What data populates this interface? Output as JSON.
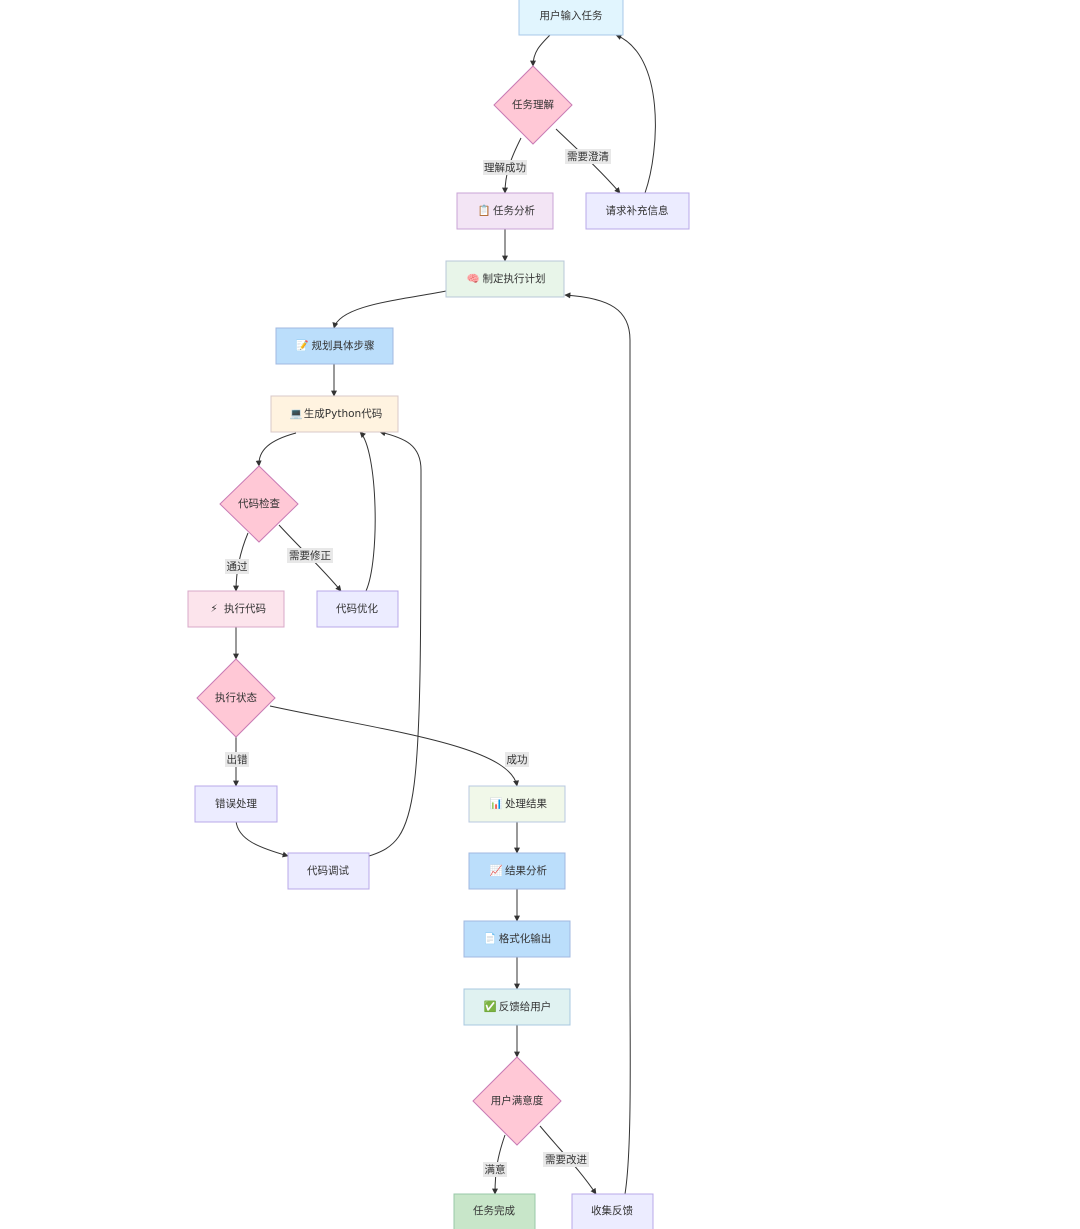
{
  "colors": {
    "default_fill": "#ececff",
    "default_stroke": "#9370db",
    "decision_fill": "#ffc8d6",
    "decision_stroke": "#c87ab4",
    "edge": "#333333",
    "edge_label_bg": "#e8e8e8",
    "text": "#333333"
  },
  "nodes": {
    "user_input": {
      "label": "用户输入任务",
      "icon": "",
      "fill": "#e1f5fe",
      "stroke": "#a8c8e8"
    },
    "task_understand": {
      "label": "任务理解",
      "shape": "decision"
    },
    "task_analysis": {
      "label": "任务分析",
      "icon": "📋",
      "icon_name": "clipboard-icon",
      "fill": "#f3e5f5",
      "stroke": "#c9a4d6"
    },
    "request_info": {
      "label": "请求补充信息"
    },
    "make_plan": {
      "label": "制定执行计划",
      "icon": "🧠",
      "icon_name": "brain-icon",
      "fill": "#e8f5e9",
      "stroke": "#b8c8d8"
    },
    "plan_steps": {
      "label": "规划具体步骤",
      "icon": "📝",
      "icon_name": "memo-icon",
      "fill": "#bbdefb",
      "stroke": "#a0b8e0"
    },
    "gen_code": {
      "label": "生成Python代码",
      "icon": "💻",
      "icon_name": "laptop-icon",
      "fill": "#fff3e0",
      "stroke": "#d8c8c8"
    },
    "code_check": {
      "label": "代码检查",
      "shape": "decision"
    },
    "run_code": {
      "label": "执行代码",
      "icon": "⚡",
      "icon_name": "lightning-icon",
      "fill": "#fce4ec",
      "stroke": "#d8a8c8"
    },
    "code_optimize": {
      "label": "代码优化"
    },
    "exec_status": {
      "label": "执行状态",
      "shape": "decision"
    },
    "error_handle": {
      "label": "错误处理"
    },
    "code_debug": {
      "label": "代码调试"
    },
    "process_result": {
      "label": "处理结果",
      "icon": "📊",
      "icon_name": "bar-chart-icon",
      "fill": "#f1f8e9",
      "stroke": "#b8c8e0"
    },
    "result_analysis": {
      "label": "结果分析",
      "icon": "📈",
      "icon_name": "chart-increasing-icon",
      "fill": "#bbdefb",
      "stroke": "#a0b8e0"
    },
    "format_output": {
      "label": "格式化输出",
      "icon": "📄",
      "icon_name": "page-icon",
      "fill": "#bbdefb",
      "stroke": "#a0b8e0"
    },
    "feedback_user": {
      "label": "反馈给用户",
      "icon": "✅",
      "icon_name": "check-mark-icon",
      "fill": "#e0f2f1",
      "stroke": "#a8c8e0"
    },
    "user_satisfaction": {
      "label": "用户满意度",
      "shape": "decision"
    },
    "task_done": {
      "label": "任务完成",
      "fill": "#c8e6c9",
      "stroke": "#98c8a8"
    },
    "collect_feedback": {
      "label": "收集反馈"
    }
  },
  "edge_labels": {
    "understand_ok": "理解成功",
    "need_clarify": "需要澄清",
    "pass": "通过",
    "need_fix": "需要修正",
    "error": "出错",
    "success": "成功",
    "satisfied": "满意",
    "need_improve": "需要改进"
  }
}
